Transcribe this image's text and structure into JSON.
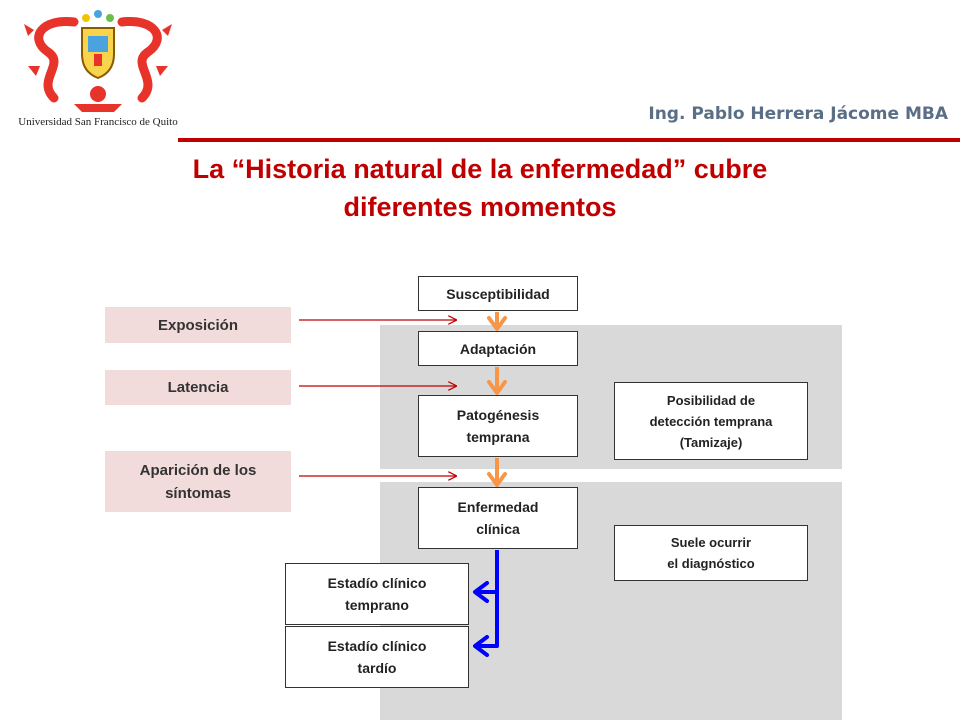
{
  "header": {
    "university": "Universidad San Francisco de Quito",
    "author": "Ing. Pablo Herrera Jácome MBA"
  },
  "title": {
    "line1": "La “Historia natural de la enfermedad” cubre",
    "line2": "diferentes momentos"
  },
  "stages": {
    "susceptibilidad": "Susceptibilidad",
    "adaptacion": "Adaptación",
    "patogenesis": [
      "Patogénesis",
      "temprana"
    ],
    "enfermedad": [
      "Enfermedad",
      "clínica"
    ],
    "estadio_temprano": [
      "Estadío clínico",
      "temprano"
    ],
    "estadio_tardio": [
      "Estadío clínico",
      "tardío"
    ]
  },
  "phases": {
    "exposicion": "Exposición",
    "latencia": "Latencia",
    "aparicion": [
      "Aparición de los",
      "síntomas"
    ]
  },
  "notes": {
    "tamizaje": [
      "Posibilidad de",
      "detección temprana",
      "(Tamizaje)"
    ],
    "diagnostico": [
      "Suele ocurrir",
      "el diagnóstico"
    ]
  },
  "colors": {
    "title": "#c00000",
    "flow_arrow": "#f79646",
    "branch_arrow": "#0000ff",
    "pointer_arrow": "#c00000",
    "phase_fill": "#f2dcdb",
    "band_fill": "#d9d9d9",
    "author": "#5a6e86"
  }
}
